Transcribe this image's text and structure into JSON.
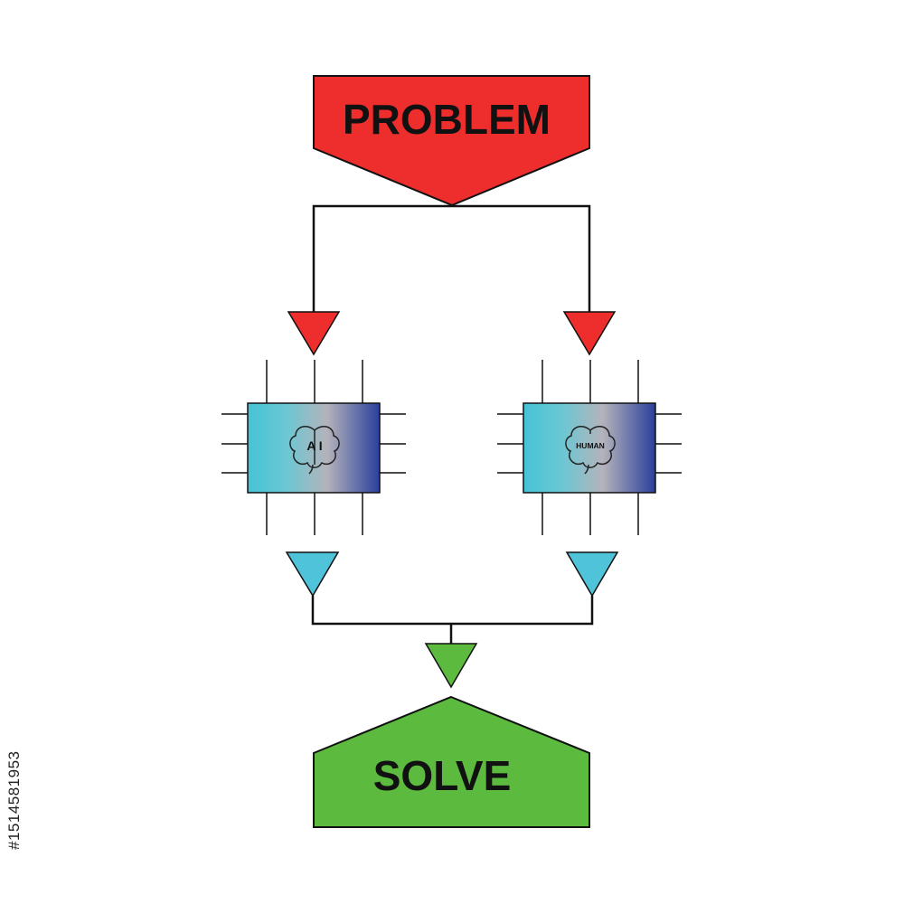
{
  "diagram": {
    "problem": {
      "label": "PROBLEM",
      "color": "#ee2d2d"
    },
    "solve": {
      "label": "SOLVE",
      "color": "#5cbb3f"
    },
    "chips": [
      {
        "id": "ai",
        "label": "A I",
        "icon": "brain-icon"
      },
      {
        "id": "human",
        "label": "HUMAN",
        "icon": "brain-icon"
      }
    ],
    "colors": {
      "down_arrow": "#ee2d2d",
      "out_arrow": "#4fc3d9",
      "merge_arrow": "#5cbb3f",
      "chip_gradient": [
        "#45c4d6",
        "#a8aeb8",
        "#2a3f9c"
      ],
      "line": "#111111"
    }
  },
  "watermark": {
    "stock_id": "#1514581953"
  }
}
